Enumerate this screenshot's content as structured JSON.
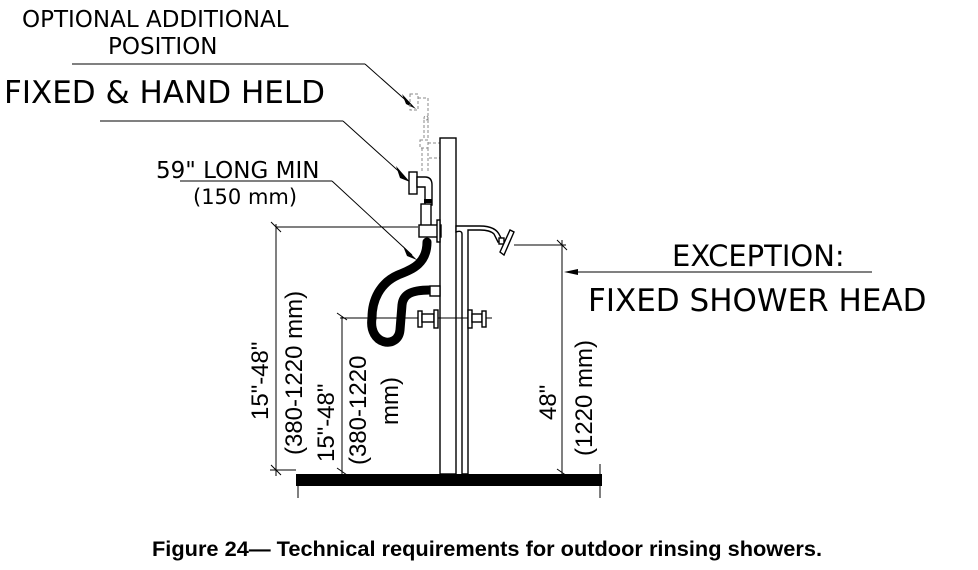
{
  "figure": {
    "caption": "Figure 24— Technical requirements for outdoor rinsing showers."
  },
  "labels": {
    "optional_line1": "OPTIONAL ADDITIONAL",
    "optional_line2": "POSITION",
    "fixed_hand_held": "FIXED & HAND HELD",
    "hose_length": "59\" LONG MIN",
    "hose_length_metric": "(150 mm)",
    "exception": "EXCEPTION:",
    "fixed_shower_head": "FIXED SHOWER HEAD"
  },
  "dimensions": {
    "handheld_range": "15\"-48\"",
    "handheld_range_metric": "(380-1220 mm)",
    "control_range": "15\"-48\"",
    "control_range_metric_1": "(380-1220",
    "control_range_metric_2": "mm)",
    "fixed_head_height": "48\"",
    "fixed_head_height_metric": "(1220 mm)"
  }
}
